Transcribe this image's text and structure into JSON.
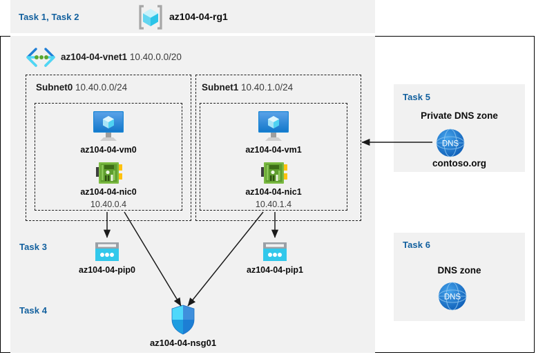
{
  "diagram": {
    "resource_group": {
      "task_label": "Task 1, Task 2",
      "name": "az104-04-rg1",
      "icon": "resource-group-cube-icon"
    },
    "vnet": {
      "name": "az104-04-vnet1",
      "address_space": "10.40.0.0/20",
      "icon": "virtual-network-icon"
    },
    "subnets": [
      {
        "name": "Subnet0",
        "cidr": "10.40.0.0/24",
        "vm": {
          "name": "az104-04-vm0",
          "icon": "virtual-machine-icon"
        },
        "nic": {
          "name": "az104-04-nic0",
          "ip": "10.40.0.4",
          "icon": "network-interface-icon"
        }
      },
      {
        "name": "Subnet1",
        "cidr": "10.40.1.0/24",
        "vm": {
          "name": "az104-04-vm1",
          "icon": "virtual-machine-icon"
        },
        "nic": {
          "name": "az104-04-nic1",
          "ip": "10.40.1.4",
          "icon": "network-interface-icon"
        }
      }
    ],
    "public_ips": [
      {
        "task_label": "Task 3",
        "name": "az104-04-pip0",
        "icon": "public-ip-address-icon"
      },
      {
        "name": "az104-04-pip1",
        "icon": "public-ip-address-icon"
      }
    ],
    "nsg": {
      "task_label": "Task 4",
      "name": "az104-04-nsg01",
      "icon": "network-security-group-shield-icon"
    },
    "private_dns": {
      "task_label": "Task 5",
      "heading": "Private DNS zone",
      "name": "contoso.org",
      "icon": "dns-zone-icon",
      "icon_text": "DNS"
    },
    "dns": {
      "task_label": "Task 6",
      "heading": "DNS zone",
      "icon": "dns-zone-icon",
      "icon_text": "DNS"
    }
  },
  "colors": {
    "task_label": "#12609e",
    "panel_bg": "#f1f1f1",
    "frame_border": "#000000",
    "pip_cyan": "#32c8eb",
    "nic_green": "#6cb33f",
    "vm_blue": "#1d8bd8",
    "dns_blue": "#1b7ad4",
    "cube_cyan": "#6fdcf7",
    "arrow": "#1a1a1a"
  }
}
